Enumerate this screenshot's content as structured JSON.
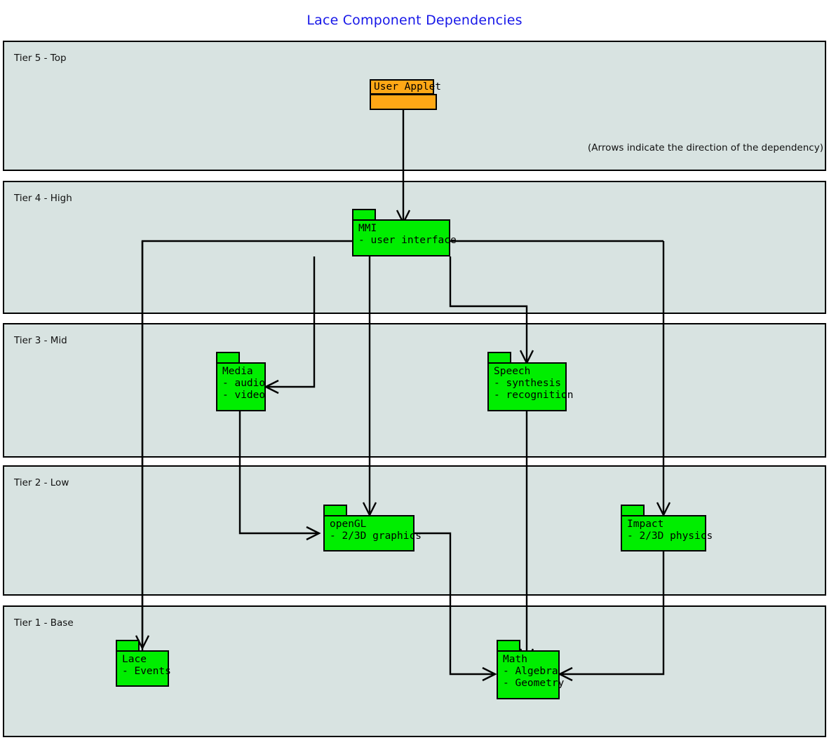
{
  "title": "Lace Component Dependencies",
  "note": "(Arrows indicate the direction of the dependency)",
  "colors": {
    "title": "#1717e8",
    "tier_fill": "#d8e3e1",
    "package_fill": "#00ee00",
    "applet_fill": "#ffa816",
    "stroke": "#000000"
  },
  "tiers": [
    {
      "label": "Tier 5 - Top"
    },
    {
      "label": "Tier 4 - High"
    },
    {
      "label": "Tier 3 - Mid"
    },
    {
      "label": "Tier 2 - Low"
    },
    {
      "label": "Tier 1 - Base"
    }
  ],
  "nodes": {
    "user_applet": {
      "name": "User Applet",
      "tier": "Tier 5 - Top",
      "kind": "applet"
    },
    "mmi": {
      "name": "MMI",
      "line2": "- user interface",
      "tier": "Tier 4 - High",
      "kind": "package"
    },
    "media": {
      "name": "Media",
      "line2": "- audio",
      "line3": "- video",
      "tier": "Tier 3 - Mid",
      "kind": "package"
    },
    "speech": {
      "name": "Speech",
      "line2": "- synthesis",
      "line3": "- recognition",
      "tier": "Tier 3 - Mid",
      "kind": "package"
    },
    "opengl": {
      "name": "openGL",
      "line2": "- 2/3D graphics",
      "tier": "Tier 2 - Low",
      "kind": "package"
    },
    "impact": {
      "name": "Impact",
      "line2": "- 2/3D physics",
      "tier": "Tier 2 - Low",
      "kind": "package"
    },
    "lace": {
      "name": "Lace",
      "line2": "- Events",
      "tier": "Tier 1 - Base",
      "kind": "package"
    },
    "math": {
      "name": "Math",
      "line2": "- Algebra",
      "line3": "- Geometry",
      "tier": "Tier 1 - Base",
      "kind": "package"
    }
  },
  "edges": [
    {
      "from": "User Applet",
      "to": "MMI"
    },
    {
      "from": "MMI",
      "to": "Media"
    },
    {
      "from": "MMI",
      "to": "Speech"
    },
    {
      "from": "MMI",
      "to": "openGL"
    },
    {
      "from": "MMI",
      "to": "Impact"
    },
    {
      "from": "MMI",
      "to": "Lace"
    },
    {
      "from": "Media",
      "to": "openGL"
    },
    {
      "from": "Speech",
      "to": "Math"
    },
    {
      "from": "openGL",
      "to": "Math"
    },
    {
      "from": "Impact",
      "to": "Math"
    }
  ]
}
